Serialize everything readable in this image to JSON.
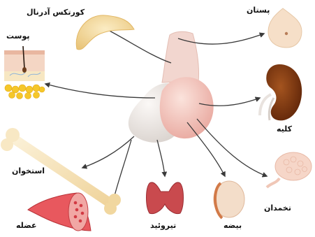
{
  "labels": {
    "adrenal_cortex": "کورتکس آدرنال",
    "skin": "پوست",
    "breast": "پستان",
    "kidney": "کلیه",
    "bone": "استخوان",
    "muscle": "عضله",
    "thyroid": "تیروئید",
    "testis": "بیضه",
    "ovary": "تخمدان"
  },
  "colors": {
    "arrow": "#3a3a3a",
    "gland_anterior": "#f3c9c2",
    "gland_posterior": "#eeeae7",
    "bone": "#f6e2b8",
    "muscle": "#e8585e",
    "thyroid": "#c94a4e",
    "kidney": "#7a3410",
    "skin": "#f5d9c4",
    "fat": "#f5c72a",
    "adrenal": "#f6dfa3",
    "breast": "#f6dfc8",
    "ovary": "#f6d6c8",
    "testis": "#f0d2bd"
  }
}
